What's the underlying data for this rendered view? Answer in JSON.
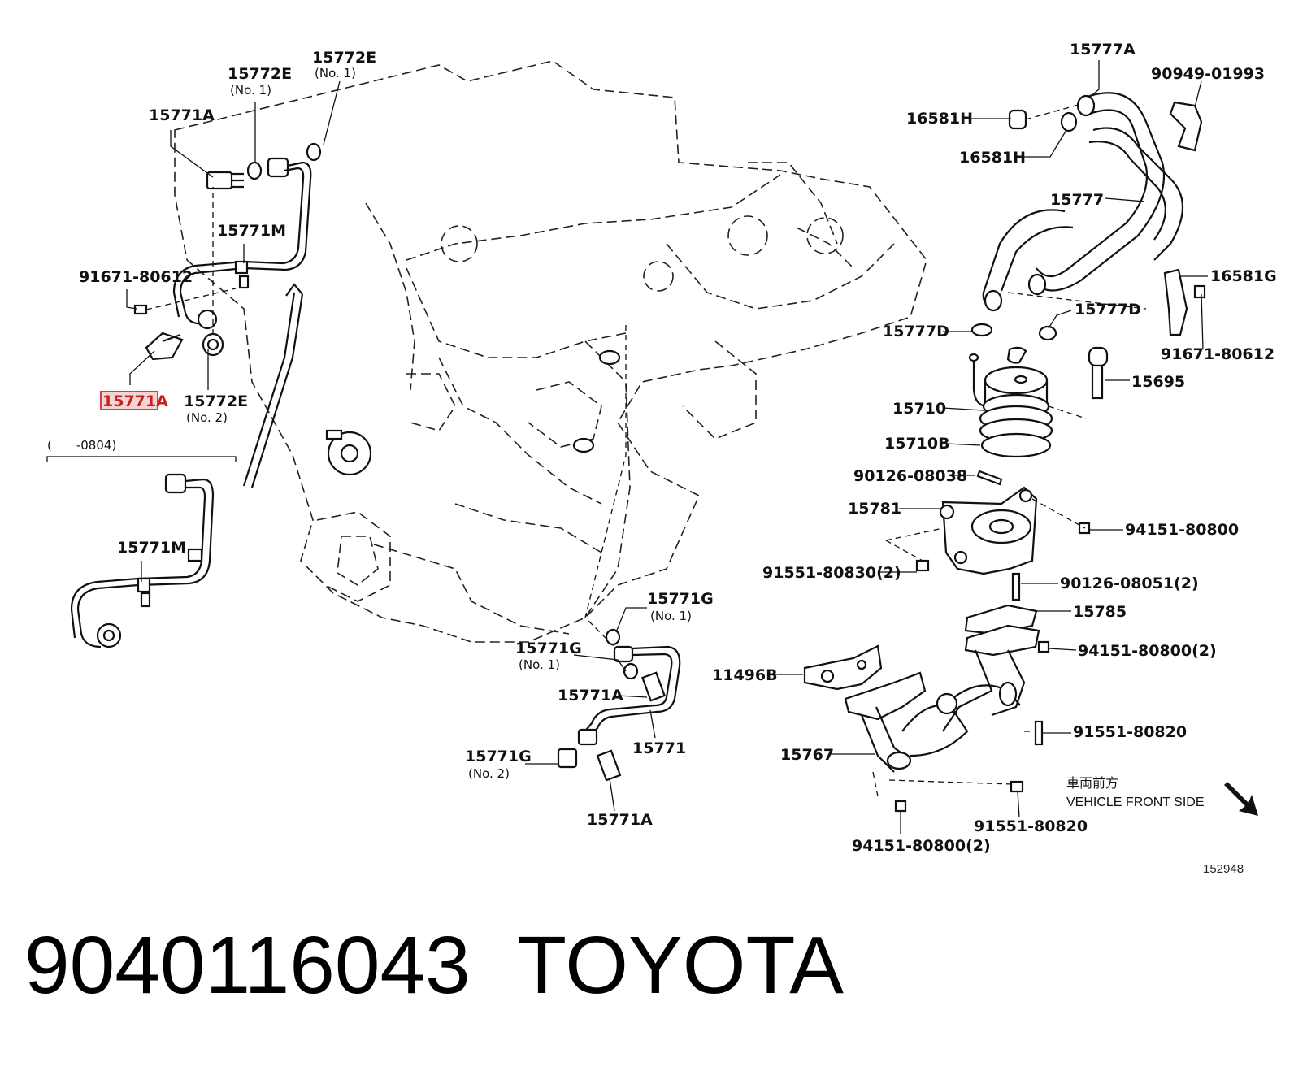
{
  "diagram": {
    "labels": {
      "l1": "15772E",
      "l1s": "(No. 1)",
      "l2": "15772E",
      "l2s": "(No. 1)",
      "l3": "15771A",
      "l4": "15771M",
      "l5": "91671-80612",
      "l6": "15771A",
      "l7": "15772E",
      "l7s": "(No. 2)",
      "l8": "(　　-0804)",
      "l9": "15771M",
      "r1": "15777A",
      "r2": "90949-01993",
      "r3": "16581H",
      "r4": "16581H",
      "r5": "15777",
      "r6": "16581G",
      "r7": "15777D",
      "r8": "15777D",
      "r9": "91671-80612",
      "r10": "15695",
      "r11": "15710",
      "r12": "15710B",
      "r13": "90126-08038",
      "r14": "15781",
      "r15": "94151-80800",
      "r16": "91551-80830(2)",
      "r17": "90126-08051(2)",
      "r18": "15785",
      "r19": "94151-80800(2)",
      "r20": "11496B",
      "r21": "91551-80820",
      "r22": "15767",
      "r23": "91551-80820",
      "r24": "94151-80800(2)",
      "c1": "15771G",
      "c1s": "(No. 1)",
      "c2": "15771G",
      "c2s": "(No. 1)",
      "c3": "15771A",
      "c4": "15771",
      "c5": "15771G",
      "c5s": "(No. 2)",
      "c6": "15771A"
    },
    "direction_jp": "車両前方",
    "direction_en": "VEHICLE FRONT SIDE",
    "ref_number": "152948",
    "highlight_color": "#e23b3b"
  },
  "caption": {
    "part_number": "9040116043",
    "brand": "TOYOTA"
  }
}
